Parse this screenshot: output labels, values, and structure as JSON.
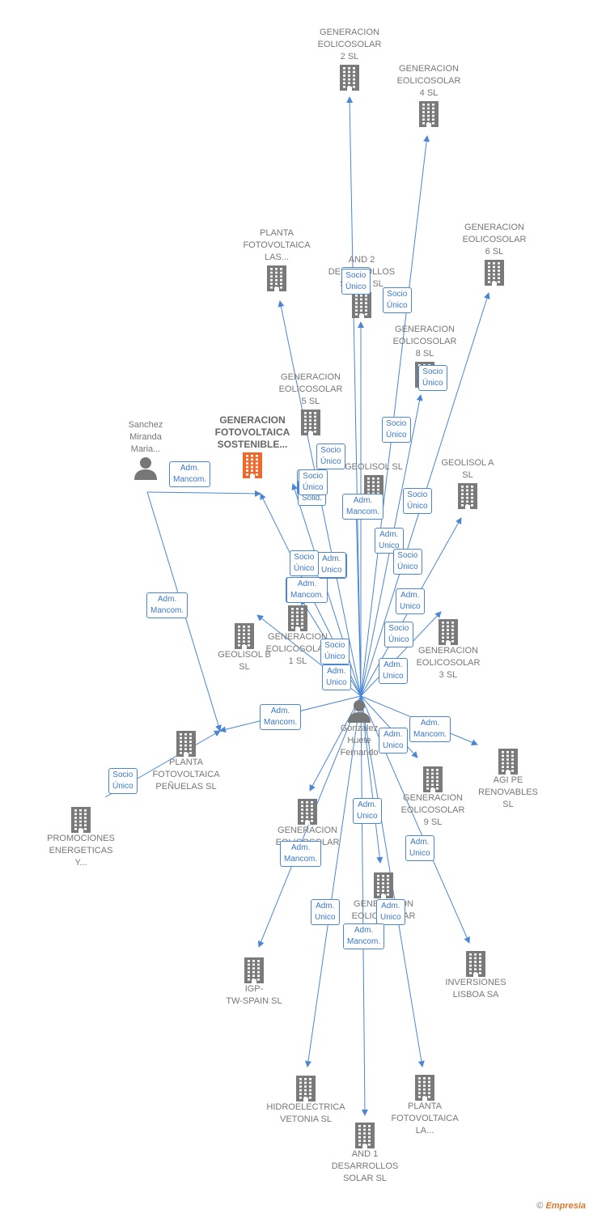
{
  "colors": {
    "building": "#7a7a7a",
    "focus": "#f2682a",
    "edge": "#4a86d4",
    "person": "#777777"
  },
  "nodes": [
    {
      "id": "gen2",
      "label": "GENERACION\nEOLICOSOLAR\n2  SL",
      "icon": "building-icon"
    },
    {
      "id": "gen4",
      "label": "GENERACION\nEOLICOSOLAR\n4  SL",
      "icon": "building-icon"
    },
    {
      "id": "plantaLas",
      "label": "PLANTA\nFOTOVOLTAICA\nLAS...",
      "icon": "building-icon"
    },
    {
      "id": "and2",
      "label": "AND 2\nDESARROLLOS\nSOLAR  SL",
      "icon": "building-icon"
    },
    {
      "id": "gen6",
      "label": "GENERACION\nEOLICOSOLAR\n6  SL",
      "icon": "building-icon"
    },
    {
      "id": "gen8",
      "label": "GENERACION\nEOLICOSOLAR\n8  SL",
      "icon": "building-icon"
    },
    {
      "id": "gen5",
      "label": "GENERACION\nEOLICOSOLAR\n5  SL",
      "icon": "building-icon"
    },
    {
      "id": "sanchez",
      "label": "Sanchez\nMiranda\nMaria...",
      "icon": "person-icon"
    },
    {
      "id": "focus",
      "label": "GENERACION\nFOTOVOLTAICA\nSOSTENIBLE...",
      "icon": "building-icon",
      "focus": true
    },
    {
      "id": "geolisolSL",
      "label": "GEOLISOL  SL",
      "icon": "building-icon"
    },
    {
      "id": "geolisolA",
      "label": "GEOLISOL A\nSL",
      "icon": "building-icon"
    },
    {
      "id": "geolisolB",
      "label": "GEOLISOL B\nSL",
      "icon": "building-icon"
    },
    {
      "id": "gen1",
      "label": "GENERACION\nEOLICOSOLAR\n1  SL",
      "icon": "building-icon"
    },
    {
      "id": "gen3",
      "label": "GENERACION\nEOLICOSOLAR\n3  SL",
      "icon": "building-icon"
    },
    {
      "id": "gonzalez",
      "label": "Gonzalez\nHuete\nFernando",
      "icon": "person-icon"
    },
    {
      "id": "penuelas",
      "label": "PLANTA\nFOTOVOLTAICA\nPEÑUELAS SL",
      "icon": "building-icon"
    },
    {
      "id": "agipe",
      "label": "AGI PE\nRENOVABLES\nSL",
      "icon": "building-icon"
    },
    {
      "id": "gen9",
      "label": "GENERACION\nEOLICOSOLAR\n9  SL",
      "icon": "building-icon"
    },
    {
      "id": "promociones",
      "label": "PROMOCIONES\nENERGETICAS\nY...",
      "icon": "building-icon"
    },
    {
      "id": "genLar",
      "label": "GENERACION\nEOLICOSOLAR",
      "icon": "building-icon"
    },
    {
      "id": "genEolic",
      "label": "GENERACION\nEOLICOSOLAR",
      "icon": "building-icon"
    },
    {
      "id": "igp",
      "label": "IGP-\nTW-SPAIN  SL",
      "icon": "building-icon"
    },
    {
      "id": "inversiones",
      "label": "INVERSIONES\nLISBOA SA",
      "icon": "building-icon"
    },
    {
      "id": "hidro",
      "label": "HIDROELECTRICA\nVETONIA SL",
      "icon": "building-icon"
    },
    {
      "id": "plantaLa",
      "label": "PLANTA\nFOTOVOLTAICA\nLA...",
      "icon": "building-icon"
    },
    {
      "id": "and1",
      "label": "AND 1\nDESARROLLOS\nSOLAR  SL",
      "icon": "building-icon"
    }
  ],
  "edges": [
    {
      "from": "gonzalez",
      "to": "gen2",
      "label": "Socio\nÚnico"
    },
    {
      "from": "gonzalez",
      "to": "gen4",
      "label": "Socio\nÚnico"
    },
    {
      "from": "gonzalez",
      "to": "plantaLas",
      "label": "Socio\nÚnico"
    },
    {
      "from": "gonzalez",
      "to": "and2",
      "label": "Socio\nÚnico"
    },
    {
      "from": "gonzalez",
      "to": "gen6",
      "label": "Socio\nÚnico"
    },
    {
      "from": "gonzalez",
      "to": "gen8",
      "label": "Socio\nÚnico"
    },
    {
      "from": "gonzalez",
      "to": "gen5",
      "label": "Socio\nÚnico"
    },
    {
      "from": "gonzalez",
      "to": "focus",
      "label": "Adm.\nMancom."
    },
    {
      "from": "gonzalez",
      "to": "geolisolSL",
      "label": "Socio\nSolid."
    },
    {
      "from": "gonzalez",
      "to": "geolisolA",
      "label": "Socio\nÚnico"
    },
    {
      "from": "gonzalez",
      "to": "geolisolB",
      "label": "Adm.\nMancom."
    },
    {
      "from": "gonzalez",
      "to": "gen1",
      "label": "Socio\nÚnico"
    },
    {
      "from": "gonzalez",
      "to": "gen3",
      "label": "Adm.\nUnico"
    },
    {
      "from": "gonzalez",
      "to": "gen9",
      "label": "Adm.\nUnico"
    },
    {
      "from": "gonzalez",
      "to": "agipe",
      "label": "Adm.\nMancom."
    },
    {
      "from": "gonzalez",
      "to": "penuelas",
      "label": "Adm.\nMancom."
    },
    {
      "from": "gonzalez",
      "to": "genLar",
      "label": "Adm.\nUnico"
    },
    {
      "from": "gonzalez",
      "to": "genEolic",
      "label": "Adm.\nUnico"
    },
    {
      "from": "gonzalez",
      "to": "igp",
      "label": "Adm.\nMancom."
    },
    {
      "from": "gonzalez",
      "to": "inversiones",
      "label": "Adm.\nUnico"
    },
    {
      "from": "gonzalez",
      "to": "hidro",
      "label": "Adm.\nUnico"
    },
    {
      "from": "gonzalez",
      "to": "plantaLa",
      "label": "Adm.\nUnico"
    },
    {
      "from": "gonzalez",
      "to": "and1",
      "label": "Adm.\nMancom."
    },
    {
      "from": "sanchez",
      "to": "penuelas",
      "label": "Adm.\nMancom."
    },
    {
      "from": "sanchez",
      "to": "focus",
      "label": "Adm.\nMancom."
    },
    {
      "from": "promociones",
      "to": "penuelas",
      "label": "Socio\nÚnico"
    }
  ],
  "extra_labels": [
    {
      "label": "Socio\nÚnico"
    },
    {
      "label": "Socio\nÚnico"
    },
    {
      "label": "Adm.\nUnico"
    },
    {
      "label": "Socio\nÚnico"
    },
    {
      "label": "Adm.\nMancom."
    },
    {
      "label": "Adm.\nUnico"
    },
    {
      "label": "Socio\nÚnico"
    },
    {
      "label": "Adm.\nUnico"
    },
    {
      "label": "Socio\nÚnico"
    },
    {
      "label": "Adm.\nUnico"
    }
  ],
  "footer": {
    "copyright": "©",
    "brand": "Empresia"
  }
}
